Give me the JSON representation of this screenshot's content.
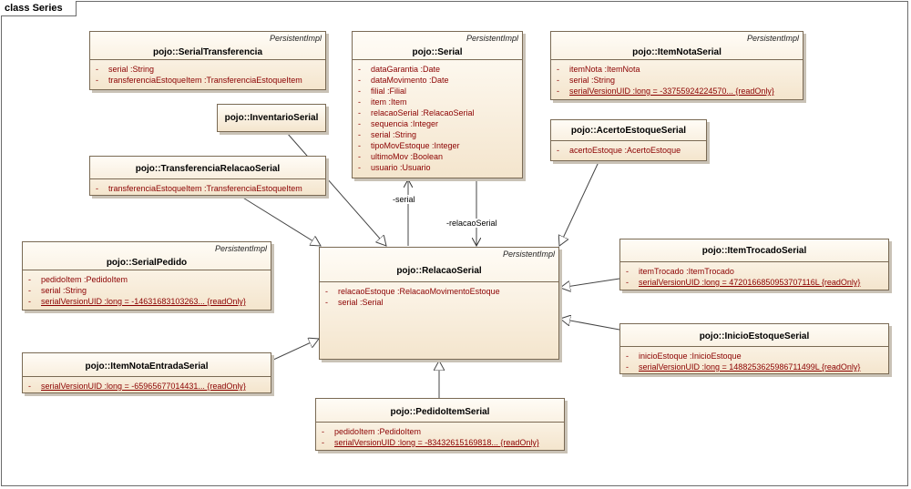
{
  "frame": {
    "tab": "class Series"
  },
  "labels": {
    "serial": "-serial",
    "relacaoSerial": "-relacaoSerial"
  },
  "classes": {
    "serialTransferencia": {
      "stereotype": "PersistentImpl",
      "name": "pojo::SerialTransferencia",
      "attrs": [
        {
          "vis": "-",
          "text": "serial  :String"
        },
        {
          "vis": "-",
          "text": "transferenciaEstoqueItem  :TransferenciaEstoqueItem"
        }
      ]
    },
    "serial": {
      "stereotype": "PersistentImpl",
      "name": "pojo::Serial",
      "attrs": [
        {
          "vis": "-",
          "text": "dataGarantia  :Date"
        },
        {
          "vis": "-",
          "text": "dataMovimento  :Date"
        },
        {
          "vis": "-",
          "text": "filial  :Filial"
        },
        {
          "vis": "-",
          "text": "item  :Item"
        },
        {
          "vis": "-",
          "text": "relacaoSerial  :RelacaoSerial"
        },
        {
          "vis": "-",
          "text": "sequencia  :Integer"
        },
        {
          "vis": "-",
          "text": "serial  :String"
        },
        {
          "vis": "-",
          "text": "tipoMovEstoque  :Integer"
        },
        {
          "vis": "-",
          "text": "ultimoMov  :Boolean"
        },
        {
          "vis": "-",
          "text": "usuario  :Usuario"
        }
      ]
    },
    "itemNotaSerial": {
      "stereotype": "PersistentImpl",
      "name": "pojo::ItemNotaSerial",
      "attrs": [
        {
          "vis": "-",
          "text": "itemNota  :ItemNota"
        },
        {
          "vis": "-",
          "text": "serial  :String"
        },
        {
          "vis": "-",
          "text": "serialVersionUID  :long = -33755924224570... {readOnly}",
          "underline": true
        }
      ]
    },
    "inventarioSerial": {
      "stereotype": "",
      "name": "pojo::InventarioSerial",
      "attrs": []
    },
    "acertoEstoqueSerial": {
      "stereotype": "",
      "name": "pojo::AcertoEstoqueSerial",
      "attrs": [
        {
          "vis": "-",
          "text": "acertoEstoque  :AcertoEstoque"
        }
      ]
    },
    "transferenciaRelacaoSerial": {
      "stereotype": "",
      "name": "pojo::TransferenciaRelacaoSerial",
      "attrs": [
        {
          "vis": "-",
          "text": "transferenciaEstoqueItem  :TransferenciaEstoqueItem"
        }
      ]
    },
    "serialPedido": {
      "stereotype": "PersistentImpl",
      "name": "pojo::SerialPedido",
      "attrs": [
        {
          "vis": "-",
          "text": "pedidoItem  :PedidoItem"
        },
        {
          "vis": "-",
          "text": "serial  :String"
        },
        {
          "vis": "-",
          "text": "serialVersionUID  :long = -14631683103263... {readOnly}",
          "underline": true
        }
      ]
    },
    "relacaoSerial": {
      "stereotype": "PersistentImpl",
      "name": "pojo::RelacaoSerial",
      "attrs": [
        {
          "vis": "-",
          "text": "relacaoEstoque  :RelacaoMovimentoEstoque"
        },
        {
          "vis": "-",
          "text": "serial  :Serial"
        }
      ]
    },
    "itemTrocadoSerial": {
      "stereotype": "",
      "name": "pojo::ItemTrocadoSerial",
      "attrs": [
        {
          "vis": "-",
          "text": "itemTrocado  :ItemTrocado"
        },
        {
          "vis": "-",
          "text": "serialVersionUID  :long = 4720166850953707116L {readOnly}",
          "underline": true
        }
      ]
    },
    "inicioEstoqueSerial": {
      "stereotype": "",
      "name": "pojo::InicioEstoqueSerial",
      "attrs": [
        {
          "vis": "-",
          "text": "inicioEstoque  :InicioEstoque"
        },
        {
          "vis": "-",
          "text": "serialVersionUID  :long = 1488253625986711499L {readOnly}",
          "underline": true
        }
      ]
    },
    "itemNotaEntradaSerial": {
      "stereotype": "",
      "name": "pojo::ItemNotaEntradaSerial",
      "attrs": [
        {
          "vis": "-",
          "text": "serialVersionUID  :long = -65965677014431... {readOnly}",
          "underline": true
        }
      ]
    },
    "pedidoItemSerial": {
      "stereotype": "",
      "name": "pojo::PedidoItemSerial",
      "attrs": [
        {
          "vis": "-",
          "text": "pedidoItem  :PedidoItem"
        },
        {
          "vis": "-",
          "text": "serialVersionUID  :long = -83432615169818... {readOnly}",
          "underline": true
        }
      ]
    }
  }
}
